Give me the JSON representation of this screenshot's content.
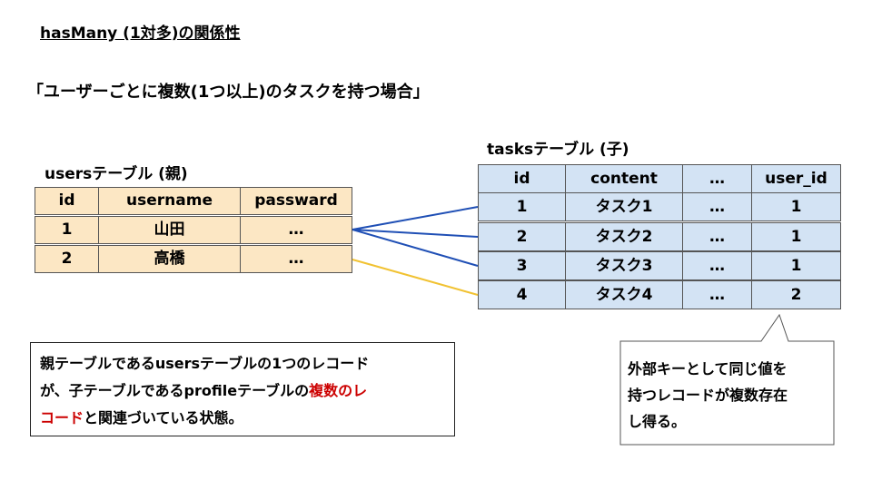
{
  "title": "hasMany (1対多)の関係性",
  "subtitle": "「ユーザーごとに複数(1つ以上)のタスクを持つ場合」",
  "users_table": {
    "label": "usersテーブル (親)",
    "headers": [
      "id",
      "username",
      "passward"
    ],
    "rows": [
      [
        "1",
        "山田",
        "…"
      ],
      [
        "2",
        "高橋",
        "…"
      ]
    ]
  },
  "tasks_table": {
    "label": "tasksテーブル (子)",
    "headers": [
      "id",
      "content",
      "…",
      "user_id"
    ],
    "rows": [
      [
        "1",
        "タスク1",
        "…",
        "1"
      ],
      [
        "2",
        "タスク2",
        "…",
        "1"
      ],
      [
        "3",
        "タスク3",
        "…",
        "1"
      ],
      [
        "4",
        "タスク4",
        "…",
        "2"
      ]
    ]
  },
  "note": {
    "line1": "親テーブルであるusersテーブルの1つのレコード",
    "line2": "が、子テーブルであるprofileテーブルの",
    "line2_red": "複数のレ",
    "line3_red": "コード",
    "line3": "と関連づいている状態。"
  },
  "callout": {
    "line1": "外部キーとして同じ値を",
    "line2": "持つレコードが複数存在",
    "line3": "し得る。"
  },
  "colors": {
    "users_fill": "#fce7c4",
    "tasks_fill": "#d3e3f4",
    "link_user1": "#1f4fb5",
    "link_user2": "#f1c232",
    "note_highlight": "#cc0000"
  }
}
